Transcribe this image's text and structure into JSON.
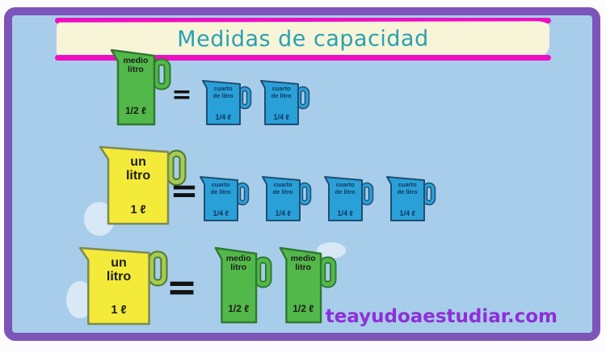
{
  "page": {
    "title": "Medidas de capacidad",
    "watermark": "teayudoaestudiar.com"
  },
  "colors": {
    "frame-border": "#7d55b8",
    "canvas-bg": "#a8cdea",
    "banner-paper": "#f8f4d8",
    "banner-line": "#ee0fc2",
    "title-text": "#28a0b4",
    "watermark-text": "#8e2fd8",
    "equals-text": "#111111",
    "jug-green-fill": "#53b84a",
    "jug-green-stroke": "#2e7a30",
    "jug-yellow-fill": "#f4ea3a",
    "jug-yellow-stroke": "#7d8b52",
    "jug-yellow-handle": "#a9cb52",
    "jug-yellow-handle-stroke": "#4c7a33",
    "jug-blue-fill": "#2aa0d8",
    "jug-blue-stroke": "#1d4e73",
    "jug-text-dark": "#1c1c1c",
    "jug-text-navy": "#12365f"
  },
  "rows": [
    {
      "equals": "=",
      "left": [
        {
          "label1": "medio",
          "label2": "litro",
          "capacity": "1/2 ℓ"
        }
      ],
      "right": [
        {
          "label1": "cuarto",
          "label2": "de litro",
          "capacity": "1/4 ℓ"
        },
        {
          "label1": "cuarto",
          "label2": "de litro",
          "capacity": "1/4 ℓ"
        }
      ]
    },
    {
      "equals": "=",
      "left": [
        {
          "label1": "un",
          "label2": "litro",
          "capacity": "1 ℓ"
        }
      ],
      "right": [
        {
          "label1": "cuarto",
          "label2": "de litro",
          "capacity": "1/4 ℓ"
        },
        {
          "label1": "cuarto",
          "label2": "de litro",
          "capacity": "1/4 ℓ"
        },
        {
          "label1": "cuarto",
          "label2": "de litro",
          "capacity": "1/4 ℓ"
        },
        {
          "label1": "cuarto",
          "label2": "de litro",
          "capacity": "1/4 ℓ"
        }
      ]
    },
    {
      "equals": "=",
      "left": [
        {
          "label1": "un",
          "label2": "litro",
          "capacity": "1 ℓ"
        }
      ],
      "right": [
        {
          "label1": "medio",
          "label2": "litro",
          "capacity": "1/2 ℓ"
        },
        {
          "label1": "medio",
          "label2": "litro",
          "capacity": "1/2 ℓ"
        }
      ]
    }
  ]
}
